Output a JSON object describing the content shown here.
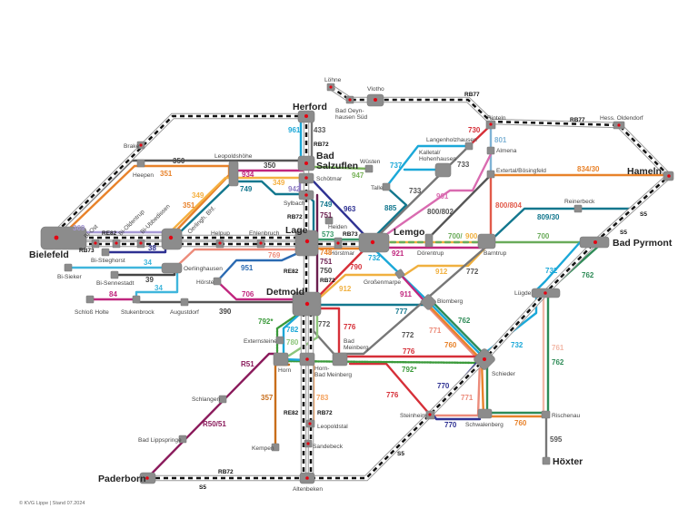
{
  "title": "KVG Lippe Liniennetz",
  "footer": "© KVG Lippe | Stand 07.2024",
  "colors": {
    "rail": "#111111",
    "station": "#8c8c8c",
    "station_dot": "#e30613"
  },
  "hubs": {
    "bielefeld": "Bielefeld",
    "herford": "Herford",
    "bad": "Bad",
    "salzuflen": "Salzuflen",
    "lage": "Lage",
    "lemgo": "Lemgo",
    "detmold": "Detmold",
    "hameln": "Hameln",
    "bad_pyrmont": "Bad Pyrmont",
    "hoexter": "Höxter",
    "paderborn": "Paderborn"
  },
  "stations": {
    "loehne": "Löhne",
    "bad_oeyn_1": "Bad Oeyn-",
    "bad_oeyn_2": "hausen Süd",
    "vlotho": "Vlotho",
    "rinteln": "Rinteln",
    "hess_oldendorf": "Hess. Oldendorf",
    "brake": "Brake",
    "heepen": "Heepen",
    "leopoldshoehe": "Leopoldshöhe",
    "schoetmar": "Schötmar",
    "sylbach": "Sylbach",
    "wuesten": "Wüsten",
    "langenholzhausen": "Langenholzhausen",
    "kalletal_1": "Kalletal/",
    "kalletal_2": "Hohenhausen",
    "talle": "Talle",
    "almena": "Almena",
    "extertal": "Extertal/Bösingfeld",
    "reinerbeck": "Reinerbeck",
    "heiden": "Heiden",
    "hoerstmar": "Hörstmar",
    "doerentrup": "Dörentrup",
    "barntrup": "Barntrup",
    "bi_ost": "Bi-Ost",
    "bi_oldentrup": "Bi-Oldentrup",
    "bi_ubbedissen": "Bi-Ubbedissen",
    "oerlingh_bhf": "Oerlingh. Bhf.",
    "helpup": "Helpup",
    "ehlenbruch": "Ehlenbruch",
    "bi_stieghorst": "Bi-Stieghorst",
    "bi_sieker": "Bi-Sieker",
    "oerlinghausen": "Oerlinghausen",
    "bi_sennestadt": "Bi-Sennestadt",
    "hoerste": "Hörste",
    "schloss_holte": "Schloß Holte",
    "stukenbrock": "Stukenbrock",
    "augustdorf": "Augustdorf",
    "grossenmarpe": "Großenmarpe",
    "blomberg": "Blomberg",
    "luegde": "Lügde",
    "externsteine": "Externsteine",
    "horn": "Horn",
    "horn_bm_1": "Horn-",
    "horn_bm_2": "Bad Meinberg",
    "bad_meinberg_1": "Bad",
    "bad_meinberg_2": "Meinberg",
    "schieder": "Schieder",
    "steinheim": "Steinheim",
    "schwalenberg": "Schwalenberg",
    "rischenau": "Rischenau",
    "schlangen": "Schlangen",
    "bad_lippspringe": "Bad Lippspringe",
    "kempen": "Kempen",
    "leopoldstal": "Leopoldstal",
    "sandebeck": "Sandebeck",
    "altenbeken": "Altenbeken"
  },
  "lines": {
    "l350": "350",
    "l351": "351",
    "l349": "349",
    "l934": "934",
    "l749": "749",
    "l942": "942",
    "l961": "961",
    "l433": "433",
    "l947": "947",
    "l963": "963",
    "l751": "751",
    "l369": "369",
    "l38": "38",
    "l34": "34",
    "l39": "39",
    "l84": "84",
    "l390": "390",
    "l769": "769",
    "l951": "951",
    "l706": "706",
    "l573": "573",
    "l748": "748",
    "l750": "750",
    "l790": "790",
    "l912": "912",
    "l732": "732",
    "l921": "921",
    "l700_900_a": "700/",
    "l700_900_b": "900",
    "l700": "700",
    "l772": "772",
    "l911": "911",
    "l777": "777",
    "l762": "762",
    "l771": "771",
    "l760": "760",
    "l776": "776",
    "l792": "792*",
    "l782": "782",
    "l780": "780",
    "l770": "770",
    "l761": "761",
    "l595": "595",
    "l357": "357",
    "l783": "783",
    "lR51": "R51",
    "lR5051": "R50/51",
    "l730": "730",
    "l801": "801",
    "l733": "733",
    "l737": "737",
    "l885": "885",
    "l901": "901",
    "l800_802": "800/802",
    "l800_804": "800/804",
    "l834_30": "834/30",
    "l809_30": "809/30"
  },
  "rail_lines": {
    "RB72": "RB72",
    "RE82": "RE82",
    "RB73": "RB73",
    "RB77": "RB77",
    "S5": "S5"
  }
}
